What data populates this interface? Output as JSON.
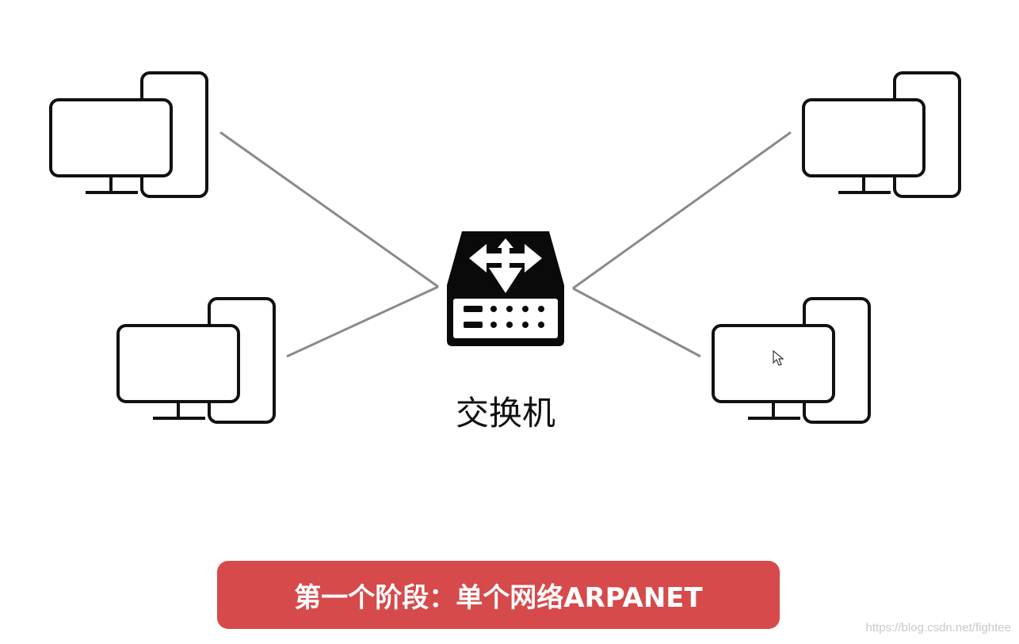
{
  "diagram": {
    "center_label": "交换机",
    "nodes": [
      {
        "name": "computer-top-left-icon"
      },
      {
        "name": "computer-bottom-left-icon"
      },
      {
        "name": "computer-top-right-icon"
      },
      {
        "name": "computer-bottom-right-icon"
      },
      {
        "name": "switch-icon"
      }
    ]
  },
  "banner": {
    "text": "第一个阶段：单个网络ARPANET",
    "color": "#d64a4b"
  },
  "watermark": "https://blog.csdn.net/fightee"
}
